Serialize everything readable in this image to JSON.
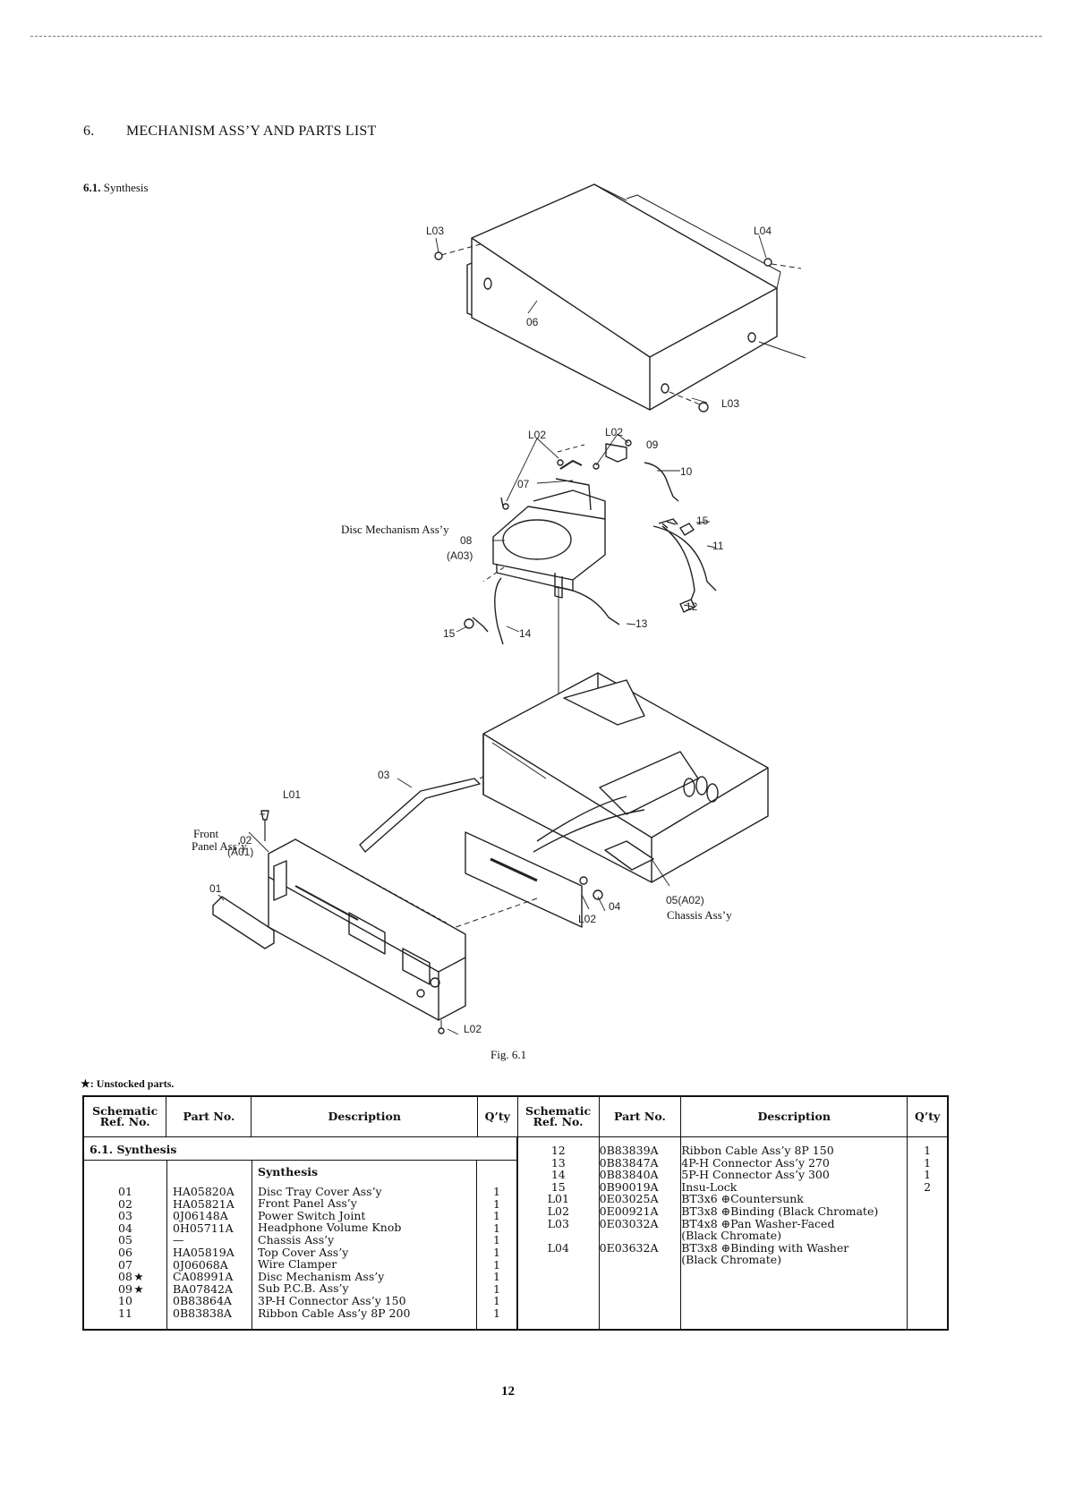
{
  "heading": {
    "number": "6.",
    "text": "MECHANISM ASS’Y AND PARTS LIST"
  },
  "section": {
    "number": "6.1.",
    "text": "Synthesis"
  },
  "figure": {
    "caption": "Fig. 6.1",
    "callouts": {
      "l03_top": "L03",
      "l04": "L04",
      "c06": "06",
      "l03_right": "L03",
      "l02_a": "L02",
      "l02_b": "L02",
      "c09": "09",
      "c10": "10",
      "c07": "07",
      "c15_right": "15",
      "c11": "11",
      "c08": "08",
      "a03": "(A03)",
      "c12": "12",
      "c13": "13",
      "c14": "14",
      "c15_left": "15",
      "c03": "03",
      "l01": "L01",
      "c02": "02",
      "a01": "(A01)",
      "c01": "01",
      "l02_front": "L02",
      "c04": "04",
      "c05": "05(A02)",
      "l02_bottom": "L02"
    },
    "labels": {
      "disc_mech": "Disc Mechanism Ass’y",
      "front_panel_1": "Front",
      "front_panel_2": "Panel Ass’y",
      "chassis": "Chassis Ass’y"
    }
  },
  "unstocked_note": {
    "symbol": "★",
    "text": ": Unstocked parts."
  },
  "table": {
    "headers": {
      "ref": "Schematic Ref. No.",
      "part": "Part No.",
      "desc": "Description",
      "qty": "Q’ty",
      "ref2": "Schematic Ref. No.",
      "part2": "Part No.",
      "desc2": "Description",
      "qty2": "Q’ty"
    },
    "section_title": "6.1.  Synthesis",
    "group_title": "Synthesis",
    "left_rows": [
      {
        "ref": "01",
        "star": "",
        "part": "HA05820A",
        "desc": "Disc Tray Cover Ass’y",
        "qty": "1"
      },
      {
        "ref": "02",
        "star": "",
        "part": "HA05821A",
        "desc": "Front Panel Ass’y",
        "qty": "1"
      },
      {
        "ref": "03",
        "star": "",
        "part": "0J06148A",
        "desc": "Power Switch Joint",
        "qty": "1"
      },
      {
        "ref": "04",
        "star": "",
        "part": "0H05711A",
        "desc": "Headphone Volume Knob",
        "qty": "1"
      },
      {
        "ref": "05",
        "star": "",
        "part": "—",
        "desc": "Chassis Ass’y",
        "qty": "1"
      },
      {
        "ref": "06",
        "star": "",
        "part": "HA05819A",
        "desc": "Top Cover Ass’y",
        "qty": "1"
      },
      {
        "ref": "07",
        "star": "",
        "part": "0J06068A",
        "desc": "Wire Clamper",
        "qty": "1"
      },
      {
        "ref": "08",
        "star": "★",
        "part": "CA08991A",
        "desc": "Disc Mechanism Ass’y",
        "qty": "1"
      },
      {
        "ref": "09",
        "star": "★",
        "part": "BA07842A",
        "desc": "Sub P.C.B. Ass’y",
        "qty": "1"
      },
      {
        "ref": "10",
        "star": "",
        "part": "0B83864A",
        "desc": "3P-H Connector Ass’y 150",
        "qty": "1"
      },
      {
        "ref": "11",
        "star": "",
        "part": "0B83838A",
        "desc": "Ribbon Cable Ass’y 8P 200",
        "qty": "1"
      }
    ],
    "right_rows": [
      {
        "ref": "12",
        "part": "0B83839A",
        "desc": "Ribbon Cable Ass’y 8P 150",
        "qty": "1"
      },
      {
        "ref": "13",
        "part": "0B83847A",
        "desc": "4P-H Connector Ass’y 270",
        "qty": "1"
      },
      {
        "ref": "14",
        "part": "0B83840A",
        "desc": "5P-H Connector Ass’y 300",
        "qty": "1"
      },
      {
        "ref": "15",
        "part": "0B90019A",
        "desc": "Insu-Lock",
        "qty": "2"
      },
      {
        "ref": "L01",
        "part": "0E03025A",
        "desc": "BT3x6 ⊕Countersunk",
        "qty": ""
      },
      {
        "ref": "L02",
        "part": "0E00921A",
        "desc": "BT3x8 ⊕Binding (Black Chromate)",
        "qty": ""
      },
      {
        "ref": "L03",
        "part": "0E03032A",
        "desc": "BT4x8 ⊕Pan Washer-Faced",
        "qty": ""
      },
      {
        "ref": "",
        "part": "",
        "desc": "(Black Chromate)",
        "qty": ""
      },
      {
        "ref": "L04",
        "part": "0E03632A",
        "desc": "BT3x8 ⊕Binding with Washer",
        "qty": ""
      },
      {
        "ref": "",
        "part": "",
        "desc": "(Black Chromate)",
        "qty": ""
      }
    ]
  },
  "page_number": "12"
}
